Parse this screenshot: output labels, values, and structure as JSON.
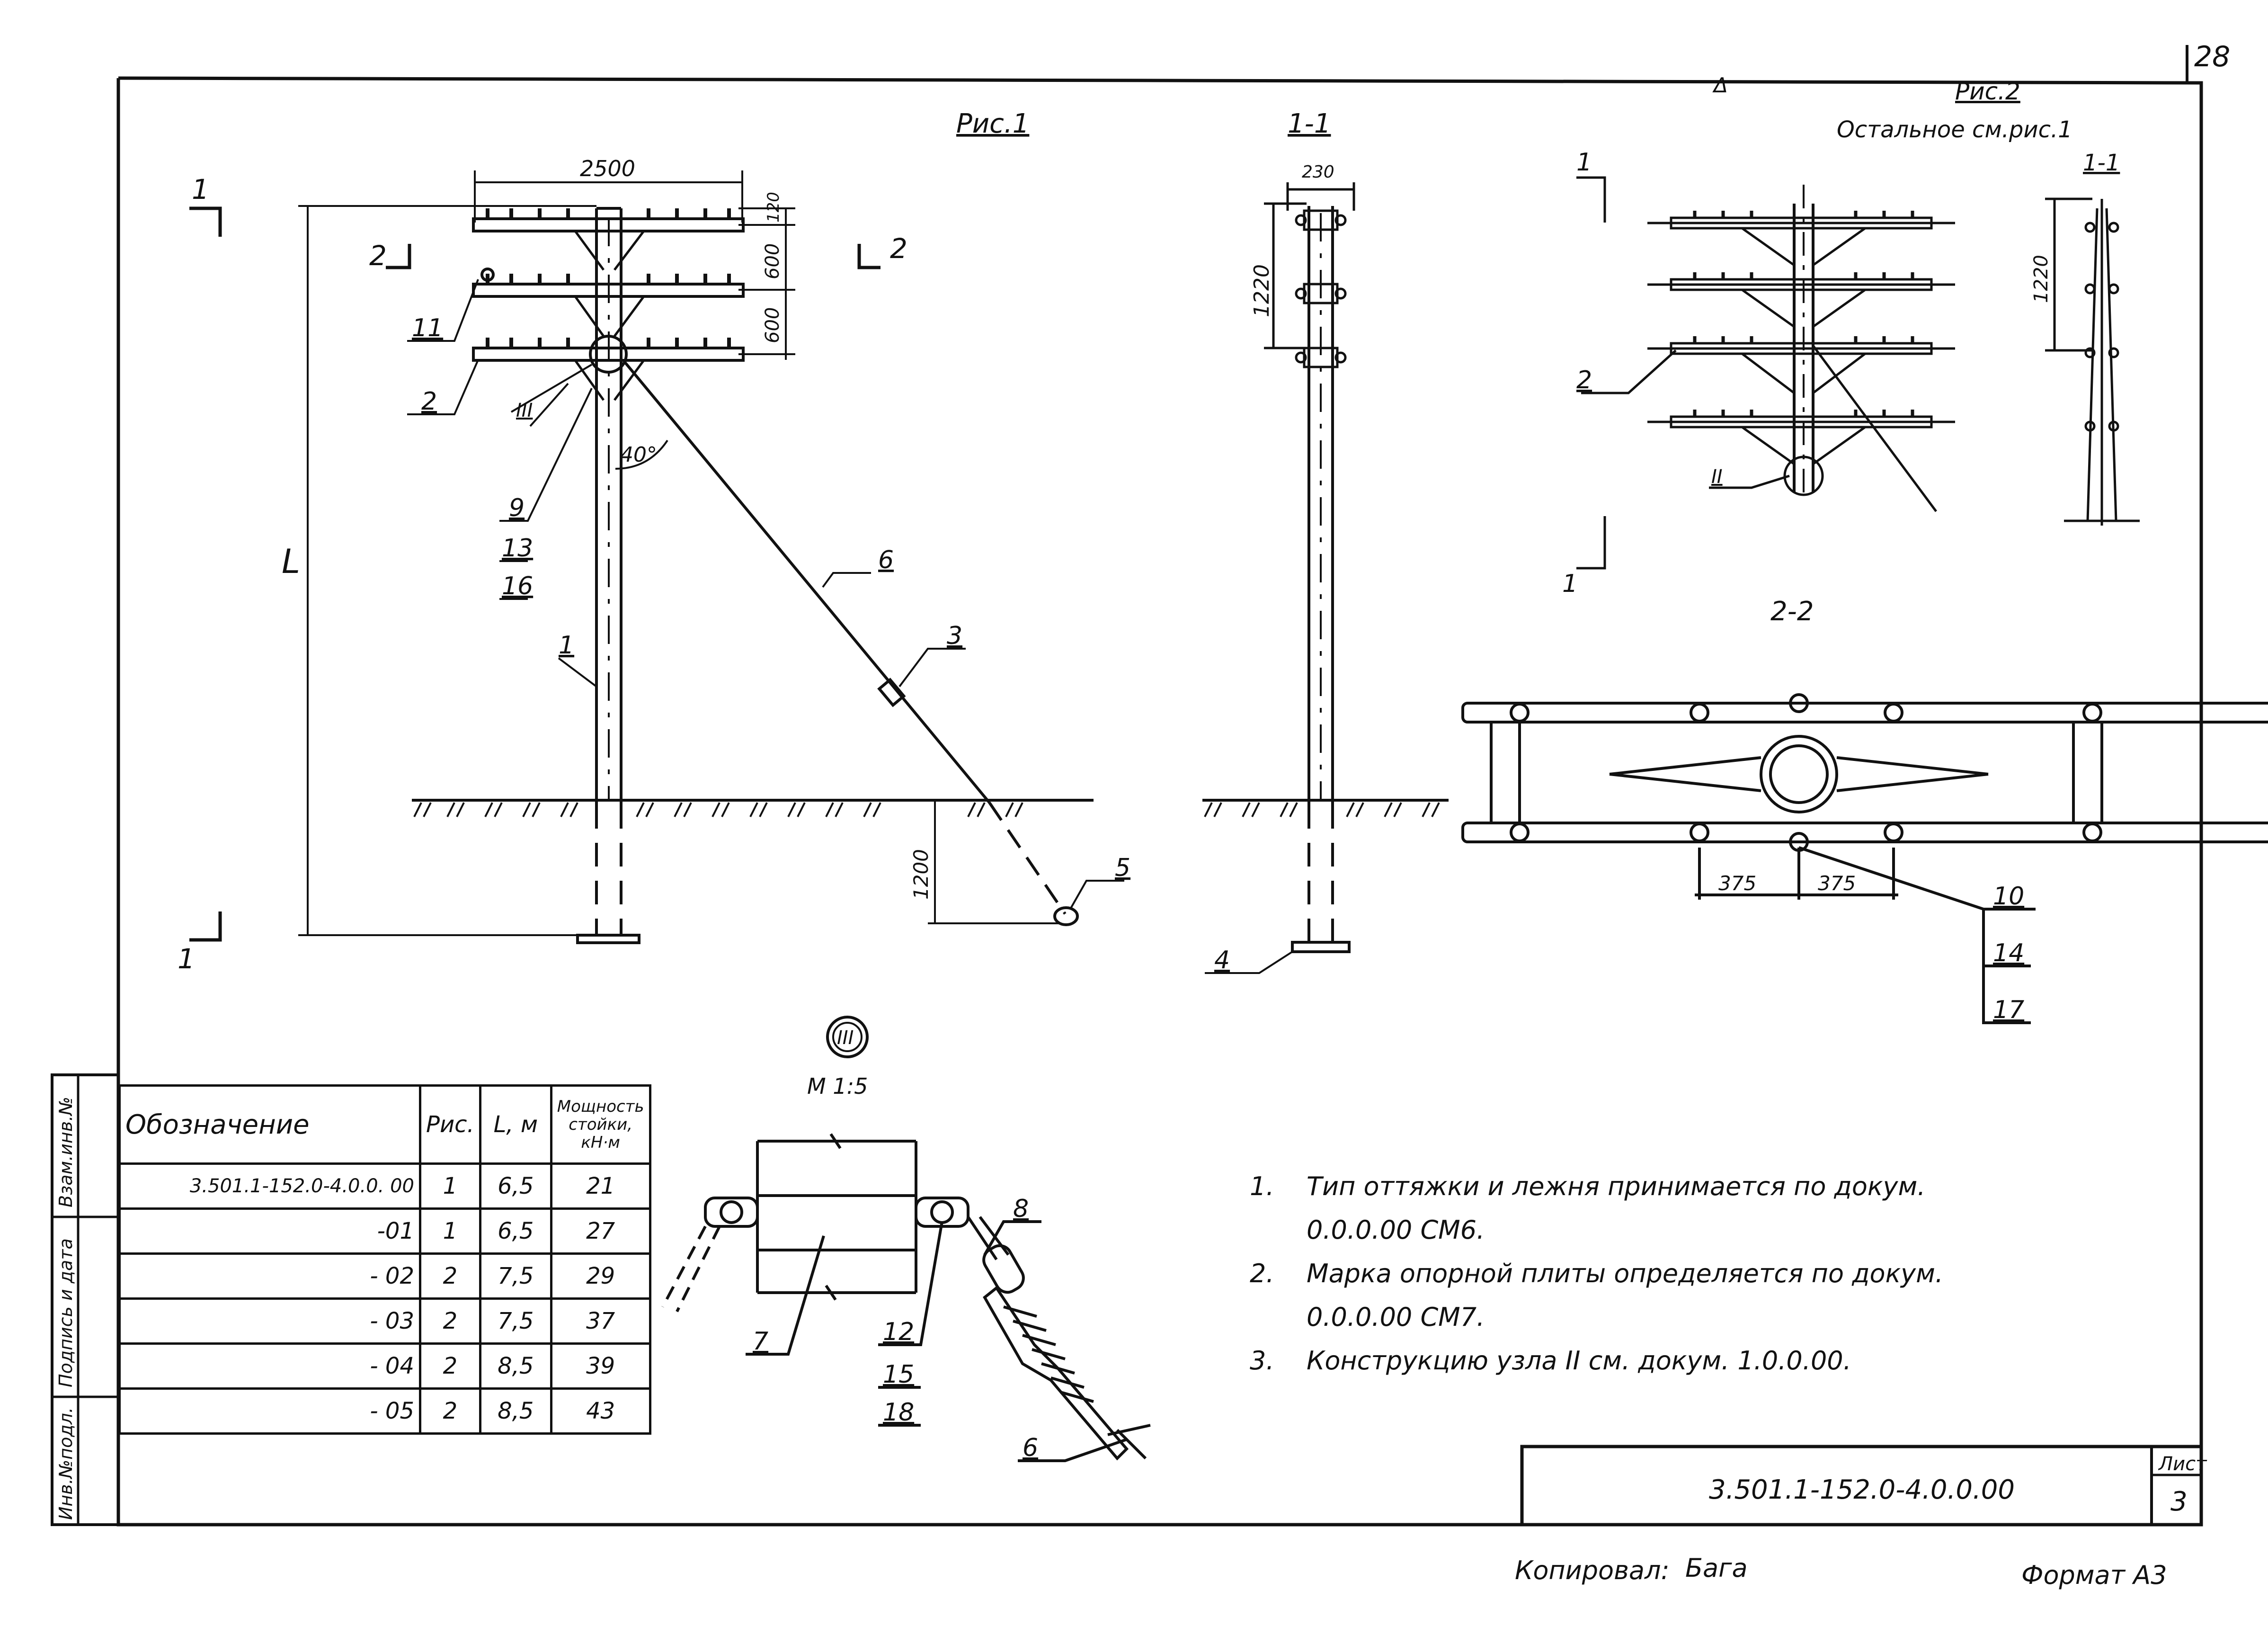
{
  "sheet_corner_number": "28",
  "figures": {
    "fig1_title": "Рис.1",
    "fig2_title": "Рис.2",
    "fig2_note": "Остальное см.рис.1",
    "section_1_1": "1-1",
    "section_2_2": "2-2",
    "node3_mark": "III",
    "node3_scale": "М 1:5",
    "node2_mark": "II",
    "guy_angle": "40°",
    "height_symbol": "L"
  },
  "dimensions": {
    "crossarm_width": "2500",
    "gap_top": "120",
    "gap_mid1": "600",
    "gap_mid2": "600",
    "section_width": "230",
    "section_height": "1220",
    "fig2_section_height": "1220",
    "anchor_depth": "1200",
    "bolt_left": "375",
    "bolt_right": "375"
  },
  "callouts": [
    "1",
    "2",
    "3",
    "4",
    "5",
    "6",
    "7",
    "8",
    "9",
    "10",
    "11",
    "12",
    "13",
    "14",
    "15",
    "16",
    "17",
    "18"
  ],
  "section_marks": {
    "one": "1",
    "two": "2"
  },
  "table": {
    "headers": [
      "Обозначение",
      "Рис.",
      "L, м",
      "Мощность стойки, кН·м"
    ],
    "rows": [
      [
        "3.501.1-152.0-4.0.0. 00",
        "1",
        "6,5",
        "21"
      ],
      [
        "-01",
        "1",
        "6,5",
        "27"
      ],
      [
        "- 02",
        "2",
        "7,5",
        "29"
      ],
      [
        "- 03",
        "2",
        "7,5",
        "37"
      ],
      [
        "- 04",
        "2",
        "8,5",
        "39"
      ],
      [
        "- 05",
        "2",
        "8,5",
        "43"
      ]
    ]
  },
  "notes": [
    {
      "num": "1.",
      "text": "Тип оттяжки и лежня принимается по докум. 0.0.0.00 СМ6."
    },
    {
      "num": "2.",
      "text": "Марка опорной плиты определяется по докум. 0.0.0.00 СМ7."
    },
    {
      "num": "3.",
      "text": "Конструкцию узла II см. докум. 1.0.0.00."
    }
  ],
  "side_stamp": [
    "Инв.№подл.",
    "Подпись и дата",
    "Взам.инв.№"
  ],
  "title_block": {
    "code": "3.501.1-152.0-4.0.0.00",
    "sheet_label": "Лист",
    "sheet_number": "3"
  },
  "footer": {
    "copied_label": "Копировал:",
    "copied_sign": "Бага",
    "format": "Формат А3"
  }
}
